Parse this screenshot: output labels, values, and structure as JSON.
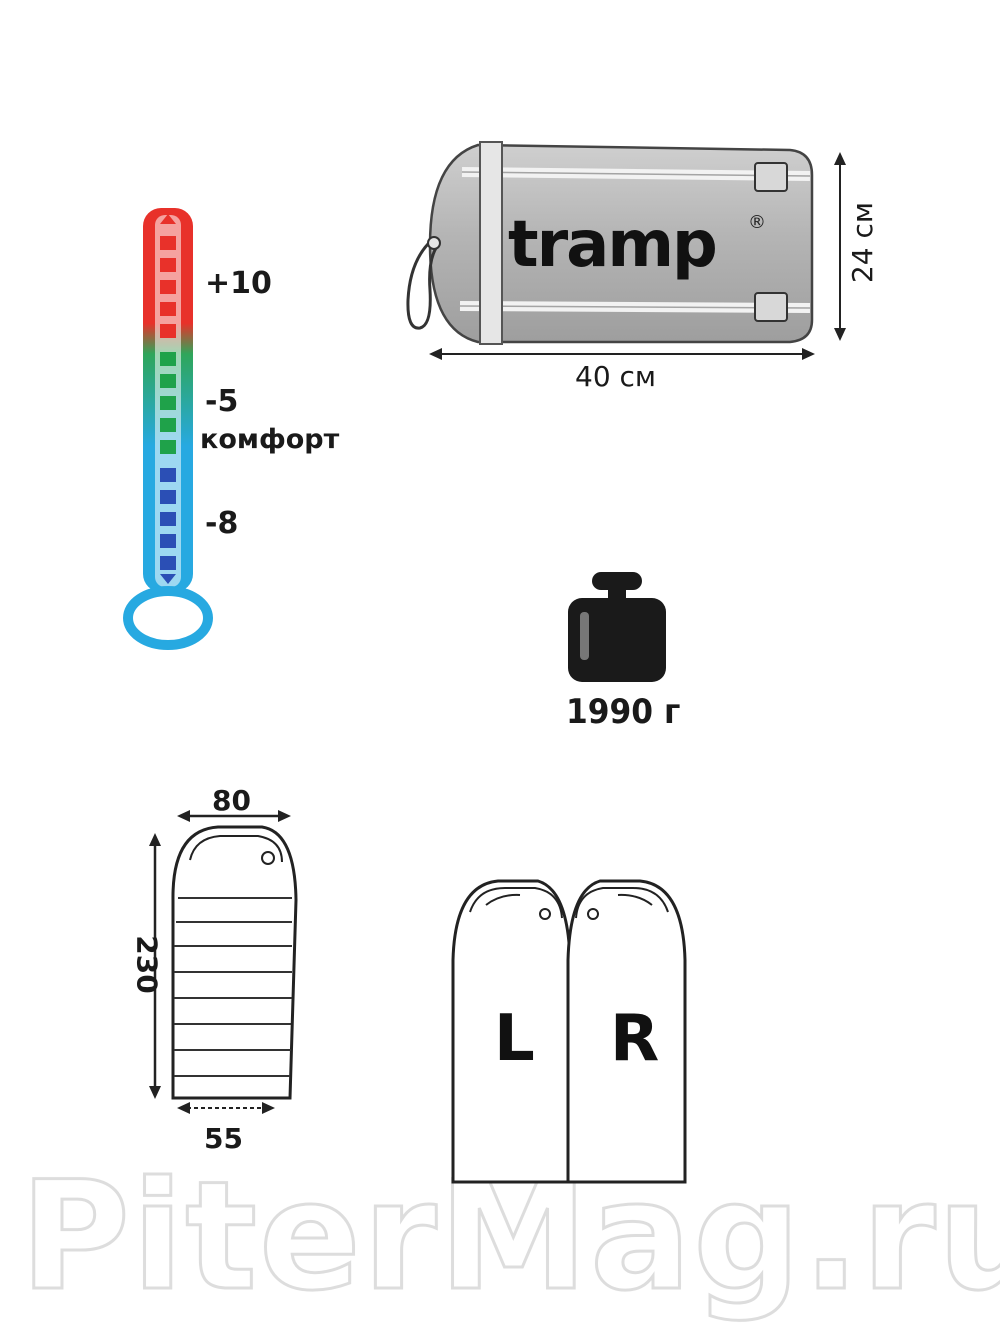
{
  "thermometer": {
    "labels": {
      "plus10": "+10",
      "minus5": "-5",
      "comfort": "комфорт",
      "minus8": "-8"
    },
    "colors": {
      "warm": "#e8312a",
      "comfort": "#1fa24a",
      "cold": "#2b4fb5",
      "tube": "#27a9e1"
    }
  },
  "pack": {
    "brand": "tramp",
    "brand_mark": "®",
    "height_label": "24 см",
    "length_label": "40 см"
  },
  "weight": {
    "icon": "weight-icon",
    "label": "1990 г"
  },
  "bag_dimensions": {
    "top_width": "80",
    "length": "230",
    "bottom_width": "55"
  },
  "zip_variants": {
    "left": "L",
    "right": "R"
  },
  "watermark": "PiterMag.ru"
}
